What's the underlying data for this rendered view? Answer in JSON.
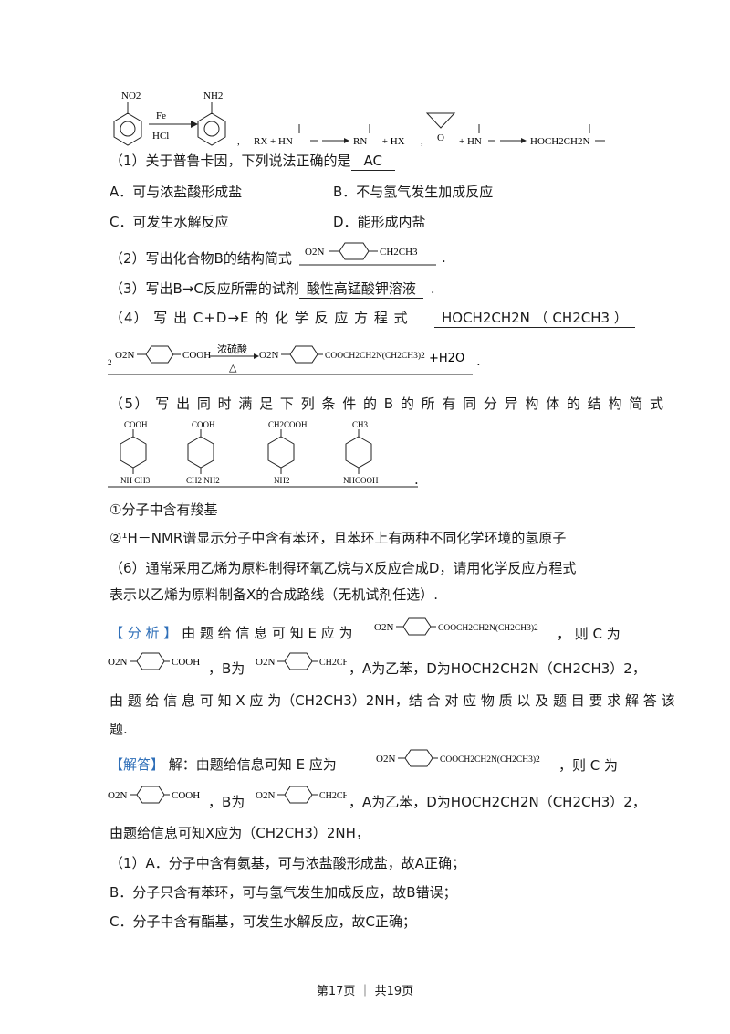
{
  "top": {
    "no2": "NO2",
    "nh2": "NH2",
    "fe": "Fe",
    "hcl": "HCl",
    "sep1": ",",
    "rx_plus_hn": "RX + HN",
    "rn_plus_hx": "RN — + HX",
    "sep2": ",",
    "o": "O",
    "plus_hn": "+ HN",
    "hoch2ch2n": "HOCH2CH2N"
  },
  "q1": {
    "prefix": "（1）关于普鲁卡因，下列说法正确的是",
    "answer": "AC",
    "opts": [
      "A．可与浓盐酸形成盐",
      "B．不与氢气发生加成反应",
      "C．可发生水解反应",
      "D．能形成内盐"
    ]
  },
  "q2": {
    "prefix": "（2）写出化合物B的结构简式",
    "end": "."
  },
  "q3": {
    "prefix": "（3）写出B→C反应所需的试剂",
    "answer": "酸性高锰酸钾溶液",
    "end": "."
  },
  "q4": {
    "prefix": "（4） 写 出 C+D→E 的 化 学 反 应 方 程 式",
    "answer": "HOCH2CH2N （ CH2CH3 ）",
    "two": "2",
    "cond_top": "浓硫酸",
    "cond_bot": "△",
    "tail": "+H2O",
    "end": "."
  },
  "q5": {
    "prefix": "（5） 写 出 同 时 满 足 下 列 条 件 的 B 的 所 有 同 分 异 构 体 的 结 构 简 式",
    "cond1": "①分子中含有羧基",
    "cond2": "②¹H－NMR谱显示分子中含有苯环，且苯环上有两种不同化学环境的氢原子",
    "end": ".",
    "isomers": [
      {
        "top": "COOH",
        "bottom": "NH CH3"
      },
      {
        "top": "COOH",
        "bottom": "CH2 NH2"
      },
      {
        "top": "CH2COOH",
        "bottom": "NH2"
      },
      {
        "top": "CH3",
        "bottom": "NHCOOH"
      }
    ]
  },
  "q6": {
    "line1": "（6）通常采用乙烯为原料制得环氧乙烷与X反应合成D，请用化学反应方程式",
    "line2": "表示以乙烯为原料制备X的合成路线（无机试剂任选）."
  },
  "analysis": {
    "tag": "【 分 析 】",
    "l1a": "由 题 给 信 息 可 知 E 应 为",
    "l1b": "， 则 C 为",
    "l2a": "，B为",
    "l2b": "，A为乙苯，D为HOCH2CH2N（CH2CH3）2，",
    "l3": "由 题 给 信 息 可 知 X 应 为（CH2CH3）2NH，结 合 对 应 物 质 以 及 题 目 要 求 解 答 该",
    "l4": "题."
  },
  "solution": {
    "tag": "【解答】",
    "l1a": "解：由题给信息可知 E 应为",
    "l1b": "，则 C 为",
    "l2a": "，B为",
    "l2b": "，A为乙苯，D为HOCH2CH2N（CH2CH3）2，",
    "l3": "由题给信息可知X应为（CH2CH3）2NH，",
    "l4": "（1）A．分子中含有氨基，可与浓盐酸形成盐，故A正确；",
    "l5": "B．分子只含有苯环，可与氢气发生加成反应，故B错误；",
    "l6": "C．分子中含有酯基，可发生水解反应，故C正确；"
  },
  "mol": {
    "o2n": "O2N",
    "cooh": "COOH",
    "ch2ch3": "CH2CH3",
    "ester": "COOCH2CH2N(CH2CH3)2"
  },
  "footer": {
    "text": "第17页 ｜ 共19页"
  }
}
